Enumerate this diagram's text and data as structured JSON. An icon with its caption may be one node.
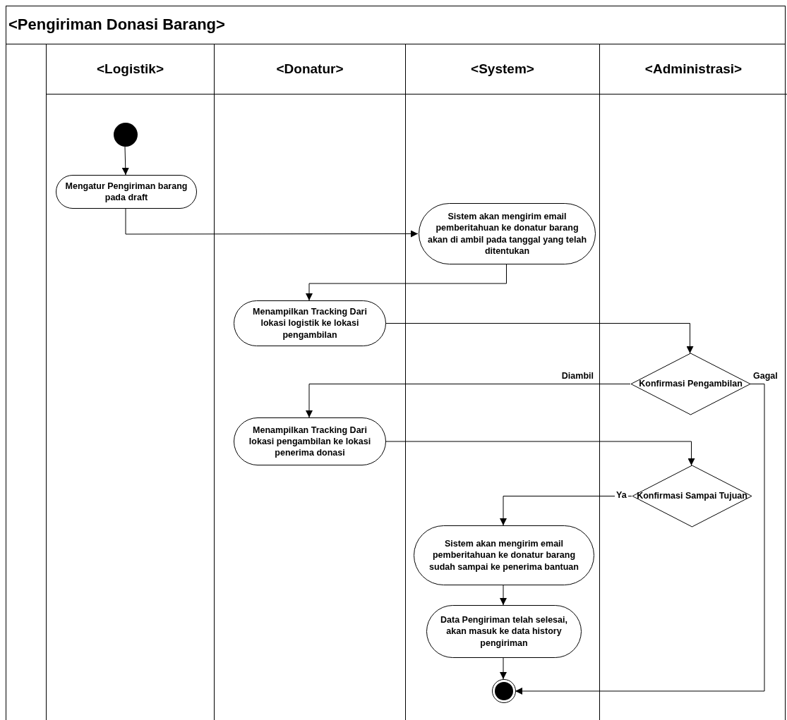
{
  "diagram": {
    "title": "<Pengiriman Donasi Barang>",
    "nodes": [
      {
        "text": [
          "<Logistik>"
        ]
      },
      {
        "text": [
          "<Donatur>"
        ]
      },
      {
        "text": [
          "<System>"
        ]
      },
      {
        "text": [
          "<Administrasi>"
        ]
      },
      {
        "text": [],
        "shape": "circle",
        "in": 0
      },
      {
        "text": [
          "Mengatur Pengiriman barang pada draft"
        ],
        "in": 0
      },
      {
        "text": [
          "Sistem akan mengirim email pemberitahuan ke donatur barang akan di ambil pada tanggal yang telah ditentukan"
        ],
        "in": 2
      },
      {
        "text": [
          "Menampilkan Tracking Dari lokasi logistik ke lokasi pengambilan"
        ],
        "in": 1
      },
      {
        "text": [
          "Konfirmasi Pengambilan"
        ],
        "in": 3
      },
      {
        "text": [
          "Menampilkan Tracking Dari lokasi pengambilan ke lokasi penerima donasi"
        ],
        "in": 1
      },
      {
        "text": [
          "Konfirmasi Sampai Tujuan"
        ],
        "in": 3
      },
      {
        "text": [
          "Sistem akan mengirim email pemberitahuan ke donatur barang sudah sampai ke penerima bantuan"
        ],
        "in": 2
      },
      {
        "text": [
          "Data Pengiriman telah selesai, akan masuk ke data history pengiriman"
        ],
        "in": 2
      },
      {
        "text": [],
        "shape": "circle",
        "in": 2
      }
    ],
    "edges": [
      {
        "from": 4,
        "to": 5,
        "arrow": "to"
      },
      {
        "from": 5,
        "to": 6,
        "arrow": "to"
      },
      {
        "from": 6,
        "to": 7,
        "arrow": "to"
      },
      {
        "from": 7,
        "to": 8,
        "arrow": "to"
      },
      {
        "from": 8,
        "to": 9,
        "arrow": "to",
        "label": "Diambil"
      },
      {
        "from": 8,
        "to": 13,
        "arrow": "to",
        "label": "Gagal"
      },
      {
        "from": 9,
        "to": 10,
        "arrow": "to"
      },
      {
        "from": 10,
        "to": 11,
        "arrow": "to",
        "label": "Ya"
      },
      {
        "from": 11,
        "to": 12,
        "arrow": "to"
      },
      {
        "from": 12,
        "to": 13,
        "arrow": "to"
      }
    ]
  }
}
